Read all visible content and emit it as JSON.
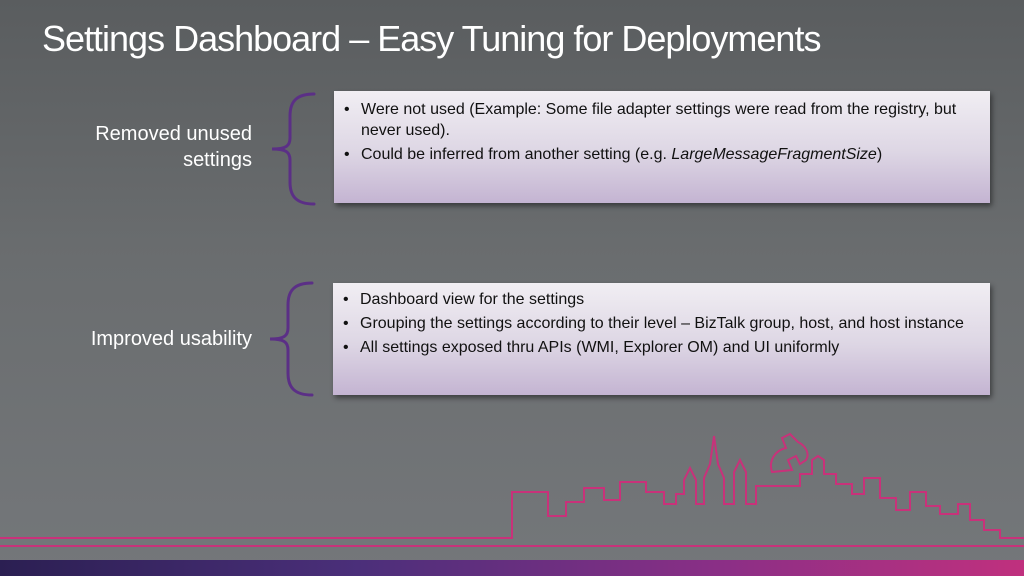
{
  "title": "Settings Dashboard – Easy Tuning for Deployments",
  "colors": {
    "accent_purple": "#5b2f86",
    "skyline_pink": "#c8327a",
    "panel_top": "#f1eef3",
    "panel_bottom": "#c4b4d2"
  },
  "rows": [
    {
      "label": "Removed unused settings",
      "bullets": [
        {
          "text": "Were not used (Example: Some file adapter settings were read from the registry, but never used)."
        },
        {
          "text_before": "Could be inferred from another setting (e.g. ",
          "emphasis": "LargeMessageFragmentSize",
          "text_after": ")"
        }
      ]
    },
    {
      "label": "Improved usability",
      "bullets": [
        {
          "text": "Dashboard view for the settings"
        },
        {
          "text": "Grouping the settings according to their level – BizTalk group, host, and host instance"
        },
        {
          "text": "All settings exposed thru APIs (WMI, Explorer OM) and UI uniformly"
        }
      ]
    }
  ],
  "bullet_glyph": "•"
}
